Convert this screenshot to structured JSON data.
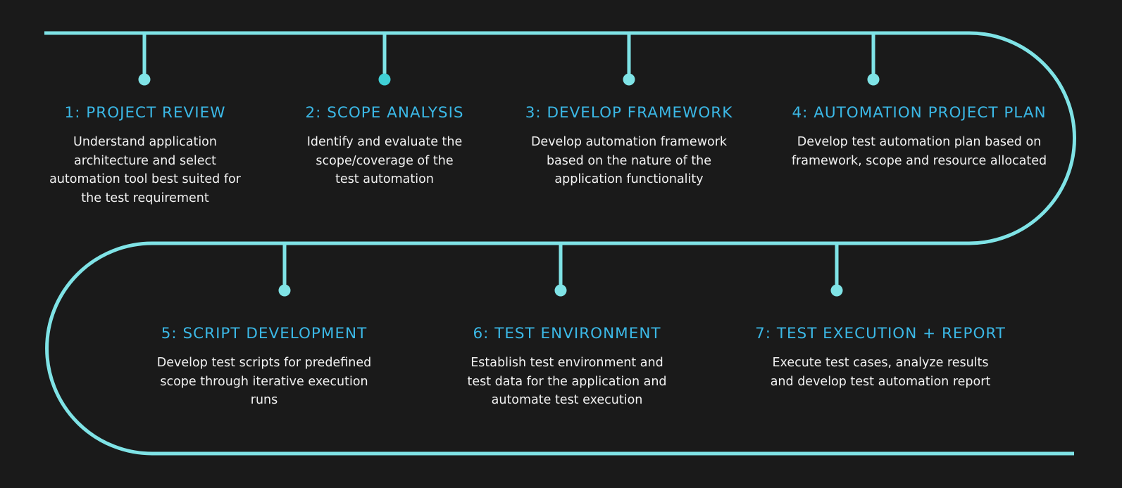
{
  "colors": {
    "background": "#1a1a1a",
    "line": "#7fe3e6",
    "title": "#3bb8e6",
    "text": "#f2f2f2"
  },
  "steps": [
    {
      "title": "1: PROJECT REVIEW",
      "description": "Understand application architecture and select automation tool best suited for the test requirement"
    },
    {
      "title": "2: SCOPE ANALYSIS",
      "description": "Identify and evaluate the scope/coverage of the test automation"
    },
    {
      "title": "3: DEVELOP FRAMEWORK",
      "description": "Develop automation framework based on the nature of the application functionality"
    },
    {
      "title": "4: AUTOMATION PROJECT PLAN",
      "description": "Develop test automation plan based on framework, scope and resource allocated"
    },
    {
      "title": "5: SCRIPT DEVELOPMENT",
      "description": "Develop test scripts for predefined scope through iterative execution runs"
    },
    {
      "title": "6: TEST ENVIRONMENT",
      "description": "Establish test environment and test data for the application and automate test execution"
    },
    {
      "title": "7: TEST EXECUTION + REPORT",
      "description": "Execute test cases, analyze results and develop test automation report"
    }
  ]
}
